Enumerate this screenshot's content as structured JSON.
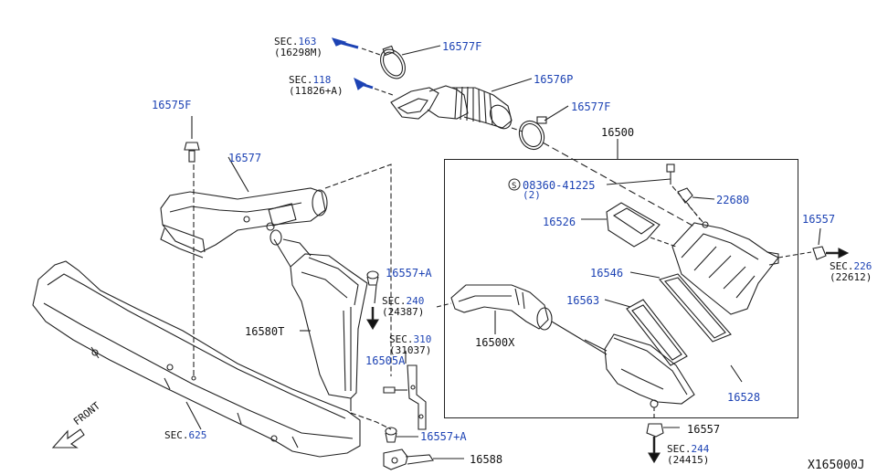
{
  "diagram": {
    "id": "X165000J",
    "colors": {
      "text": "#111111",
      "part_number": "#1d43b4",
      "arrow": "#1d43b4",
      "line": "#222222"
    },
    "front_label": "FRONT",
    "section_refs": {
      "sec163": {
        "prefix": "SEC.",
        "num": "163",
        "sub": "(16298M)"
      },
      "sec118": {
        "prefix": "SEC.",
        "num": "118",
        "sub": "(11826+A)"
      },
      "sec240": {
        "prefix": "SEC.",
        "num": "240",
        "sub": "(24387)"
      },
      "sec310": {
        "prefix": "SEC.",
        "num": "310",
        "sub": "(31037)"
      },
      "sec226": {
        "prefix": "SEC.",
        "num": "226",
        "sub": "(22612)"
      },
      "sec244": {
        "prefix": "SEC.",
        "num": "244",
        "sub": "(24415)"
      },
      "sec625": {
        "prefix": "SEC.",
        "num": "625",
        "sub": ""
      }
    },
    "parts": {
      "p16577F_top": "16577F",
      "p16576P": "16576P",
      "p16577F_mid": "16577F",
      "p16575F": "16575F",
      "p16577": "16577",
      "p16500": "16500",
      "bolt_code": "08360-41225",
      "bolt_qty": "(2)",
      "p22680": "22680",
      "p16526": "16526",
      "p16557_right": "16557",
      "p16546": "16546",
      "p16563": "16563",
      "p16557A_top": "16557+A",
      "p16580T": "16580T",
      "p16500X": "16500X",
      "p16505A": "16505A",
      "p16528": "16528",
      "p16557A_bottom": "16557+A",
      "p16557_bottom": "16557",
      "p16588": "16588"
    }
  }
}
